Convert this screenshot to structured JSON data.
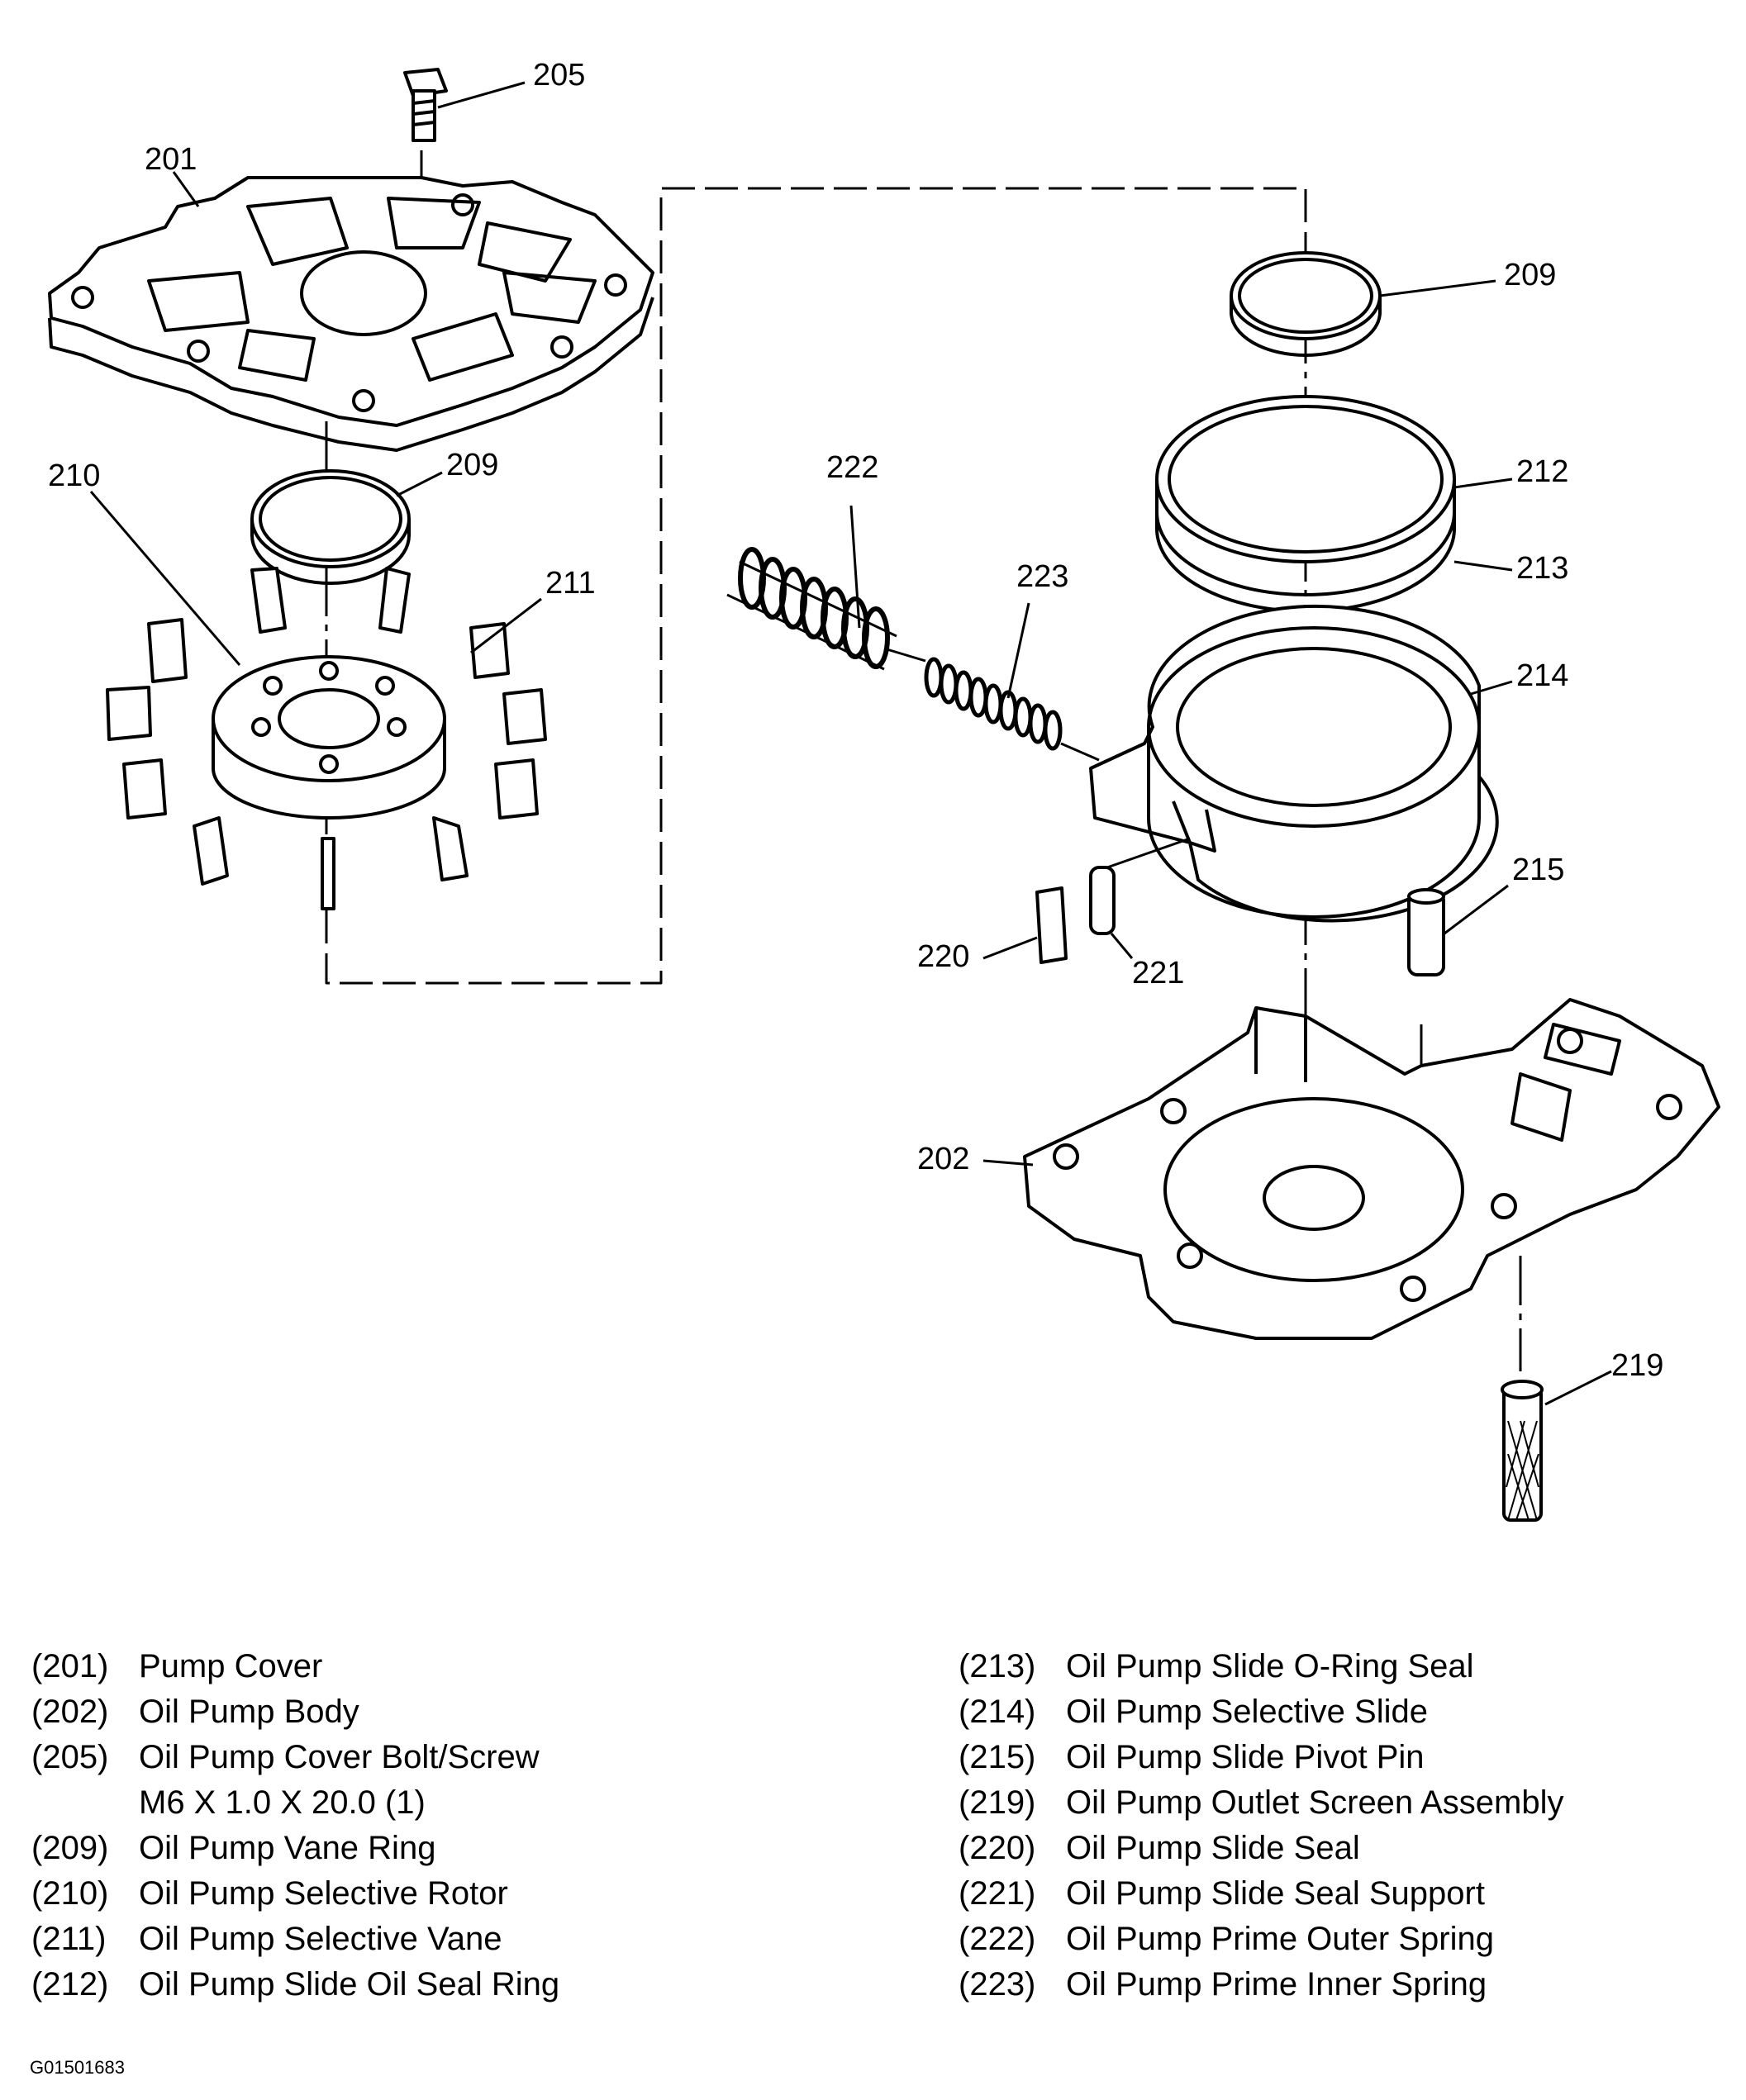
{
  "callouts": [
    {
      "id": "205",
      "text": "205"
    },
    {
      "id": "201",
      "text": "201"
    },
    {
      "id": "209a",
      "text": "209"
    },
    {
      "id": "210",
      "text": "210"
    },
    {
      "id": "211",
      "text": "211"
    },
    {
      "id": "209b",
      "text": "209"
    },
    {
      "id": "212",
      "text": "212"
    },
    {
      "id": "213",
      "text": "213"
    },
    {
      "id": "222",
      "text": "222"
    },
    {
      "id": "223",
      "text": "223"
    },
    {
      "id": "214",
      "text": "214"
    },
    {
      "id": "215",
      "text": "215"
    },
    {
      "id": "220",
      "text": "220"
    },
    {
      "id": "221",
      "text": "221"
    },
    {
      "id": "202",
      "text": "202"
    },
    {
      "id": "219",
      "text": "219"
    }
  ],
  "legend": {
    "left": [
      {
        "num": "(201)",
        "name": "Pump Cover"
      },
      {
        "num": "(202)",
        "name": "Oil Pump Body"
      },
      {
        "num": "(205)",
        "name": "Oil Pump Cover Bolt/Screw",
        "sub": "M6 X 1.0 X 20.0 (1)"
      },
      {
        "num": "(209)",
        "name": "Oil Pump Vane Ring"
      },
      {
        "num": "(210)",
        "name": "Oil Pump Selective Rotor"
      },
      {
        "num": "(211)",
        "name": "Oil Pump Selective Vane"
      },
      {
        "num": "(212)",
        "name": "Oil Pump Slide Oil Seal Ring"
      }
    ],
    "right": [
      {
        "num": "(213)",
        "name": "Oil Pump Slide O-Ring Seal"
      },
      {
        "num": "(214)",
        "name": "Oil Pump Selective Slide"
      },
      {
        "num": "(215)",
        "name": "Oil Pump Slide Pivot Pin"
      },
      {
        "num": "(219)",
        "name": "Oil Pump Outlet Screen Assembly"
      },
      {
        "num": "(220)",
        "name": "Oil Pump Slide Seal"
      },
      {
        "num": "(221)",
        "name": "Oil Pump Slide Seal Support"
      },
      {
        "num": "(222)",
        "name": "Oil Pump Prime Outer Spring"
      },
      {
        "num": "(223)",
        "name": "Oil Pump Prime Inner Spring"
      }
    ]
  },
  "figure_id": "G01501683"
}
